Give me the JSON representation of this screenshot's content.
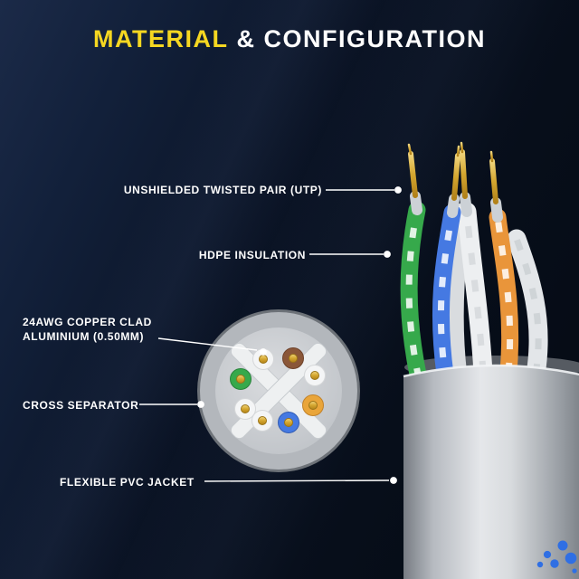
{
  "title": {
    "highlight": "MATERIAL",
    "rest": "& CONFIGURATION"
  },
  "callouts": {
    "utp": "UNSHIELDED TWISTED PAIR (UTP)",
    "hdpe": "HDPE INSULATION",
    "awg": {
      "line1": "24AWG COPPER CLAD",
      "line2": "ALUMINIUM (0.50MM)"
    },
    "cross": "CROSS SEPARATOR",
    "jacket": "FLEXIBLE PVC JACKET"
  },
  "colors": {
    "accent_yellow": "#f6d721",
    "text_white": "#ffffff",
    "background_navy": "#0b1426",
    "jacket_gray": "#c6c9ce",
    "wire_green": "#36a94b",
    "wire_blue": "#4579e2",
    "wire_orange": "#e9953a",
    "wire_brown": "#8a5638",
    "copper_gold": "#c9992e",
    "logo_blue": "#2f6fe4"
  },
  "icons": {
    "brand_logo": "dotted-brand-mark"
  }
}
